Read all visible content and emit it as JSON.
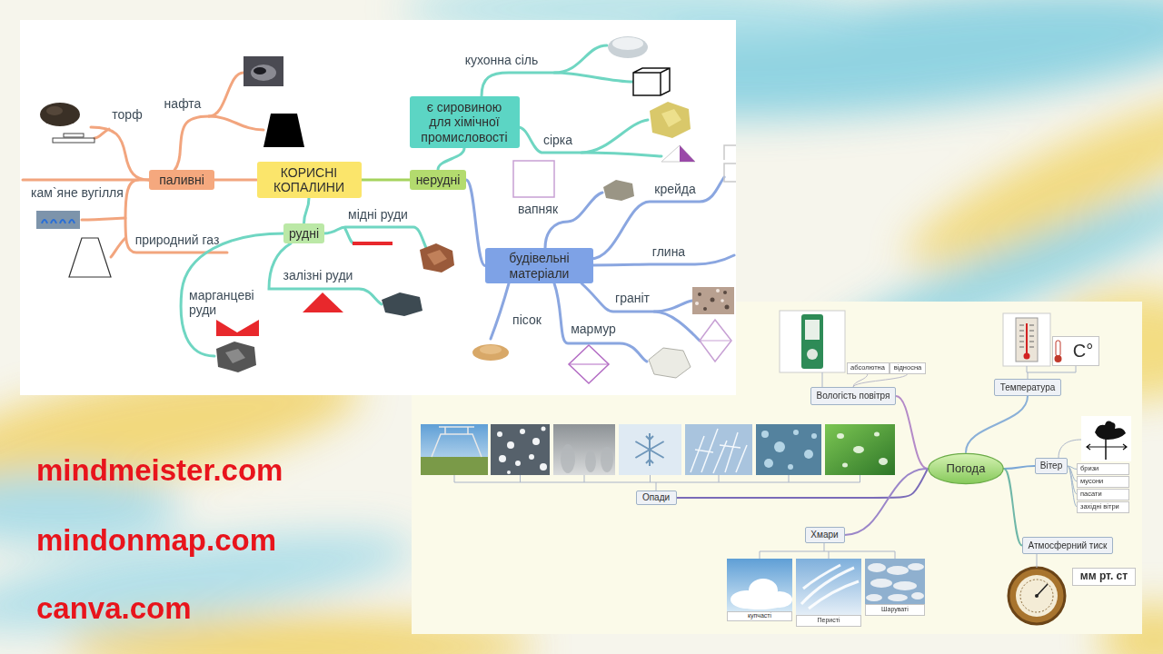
{
  "diagram": {
    "nodes": [
      {
        "text": [
          "є сировиною для хімічної промисловості"
        ]
      },
      {
        "text": [
          "паливні"
        ]
      },
      {
        "text": [
          "КОРИСНІ КОПАЛИНИ"
        ]
      },
      {
        "text": [
          "нерудні"
        ]
      },
      {
        "text": [
          "рудні"
        ]
      },
      {
        "text": [
          "будівельні матеріали"
        ]
      },
      {
        "text": [
          "абсолютна"
        ]
      },
      {
        "text": [
          "відносна"
        ]
      },
      {
        "text": [
          "С°"
        ]
      },
      {
        "text": [
          "Вологість повітря"
        ]
      },
      {
        "text": [
          "Температура"
        ]
      },
      {
        "text": [
          "Вітер"
        ]
      },
      {
        "text": [
          "бризи"
        ]
      },
      {
        "text": [
          "мусони"
        ]
      },
      {
        "text": [
          "пасати"
        ]
      },
      {
        "text": [
          "західні вітри"
        ]
      },
      {
        "text": [
          "Погода"
        ]
      },
      {
        "text": [
          "Опади"
        ]
      },
      {
        "text": [
          "Хмари"
        ]
      },
      {
        "text": [
          "Атмосферний тиск"
        ]
      },
      {
        "text": [
          "мм рт. ст"
        ]
      },
      {
        "text": [
          "купчасті"
        ]
      },
      {
        "text": [
          "Перисті"
        ]
      },
      {
        "text": [
          "Шаруваті"
        ]
      }
    ],
    "edges": [
      {
        "from": 2,
        "to": 1,
        "arrow": "none"
      },
      {
        "from": 2,
        "to": 3,
        "arrow": "none"
      },
      {
        "from": 2,
        "to": 4,
        "arrow": "none"
      },
      {
        "from": 3,
        "to": 0,
        "arrow": "none"
      },
      {
        "from": 3,
        "to": 5,
        "arrow": "none"
      },
      {
        "from": 16,
        "to": 9,
        "arrow": "none"
      },
      {
        "from": 16,
        "to": 10,
        "arrow": "none"
      },
      {
        "from": 16,
        "to": 11,
        "arrow": "none"
      },
      {
        "from": 16,
        "to": 17,
        "arrow": "none"
      },
      {
        "from": 16,
        "to": 18,
        "arrow": "none"
      },
      {
        "from": 16,
        "to": 19,
        "arrow": "none"
      },
      {
        "from": 9,
        "to": 6,
        "arrow": "none"
      },
      {
        "from": 9,
        "to": 7,
        "arrow": "none"
      },
      {
        "from": 11,
        "to": 12,
        "arrow": "none"
      },
      {
        "from": 11,
        "to": 13,
        "arrow": "none"
      },
      {
        "from": 11,
        "to": 14,
        "arrow": "none"
      },
      {
        "from": 11,
        "to": 15,
        "arrow": "none"
      }
    ],
    "labels": [
      "торф",
      "нафта",
      "кам`яне вугілля",
      "природний газ",
      "мідні руди",
      "залізні руди",
      "марганцеві руди",
      "кухонна сіль",
      "сірка",
      "вапняк",
      "крейда",
      "глина",
      "граніт",
      "мармур",
      "пісок",
      "mindmeister.com",
      "mindonmap.com",
      "canva.com"
    ]
  }
}
